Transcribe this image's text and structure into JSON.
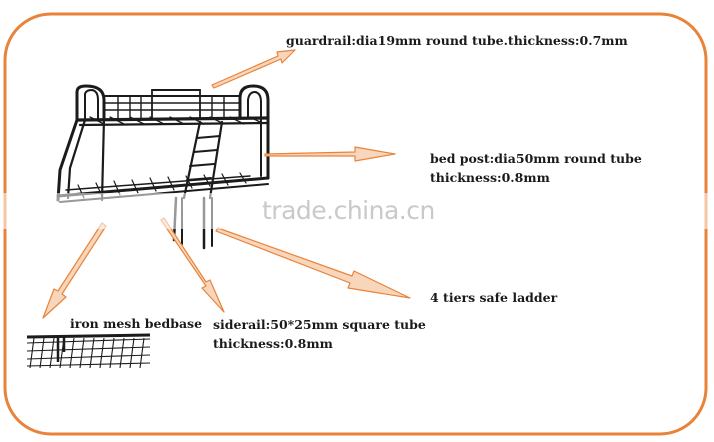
{
  "callouts": {
    "guardrail": "guardrail:dia19mm round tube.thickness:0.7mm",
    "bed_post_line1": "bed post:dia50mm round tube",
    "bed_post_line2": "thickness:0.8mm",
    "ladder": "4 tiers safe ladder",
    "bedbase": "iron mesh bedbase",
    "siderail_line1": "siderail:50*25mm square tube",
    "siderail_line2": "thickness:0.8mm"
  },
  "watermark": "trade.china.cn",
  "colors": {
    "frame_border": "#e9833a",
    "arrow_fill": "#f7d6bb",
    "arrow_stroke": "#e9833a",
    "metal": "#1b1b1b",
    "text": "#1a1a1a",
    "watermark": "#c9c9c9"
  }
}
